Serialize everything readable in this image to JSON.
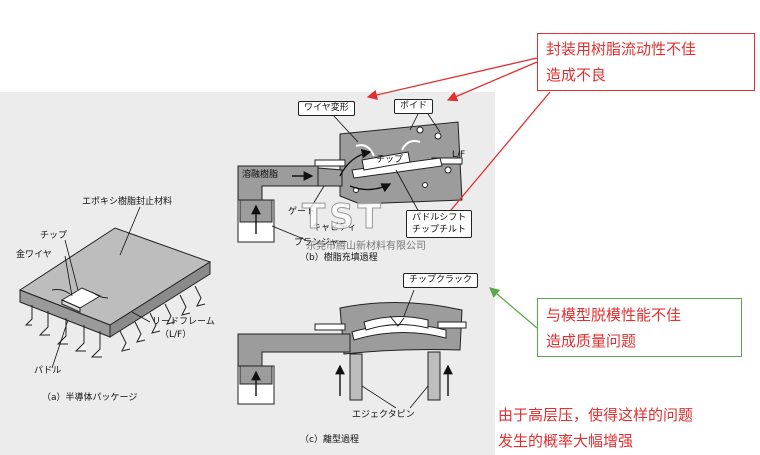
{
  "panel_a": {
    "epoxy": "エポキシ樹脂封止材料",
    "chip": "チップ",
    "gold_wire": "金ワイヤ",
    "lead_frame": "リードフレーム",
    "lead_frame_abbr": "（L/F）",
    "paddle": "パドル",
    "caption": "（a）半導体パッケージ"
  },
  "panel_b": {
    "wire_deform": "ワイヤ変形",
    "void": "ボイド",
    "chip": "チップ",
    "lf": "L/F",
    "molten_resin": "溶融樹脂",
    "gate": "ゲート",
    "cavity": "キャビティ",
    "plunger": "プランジャー",
    "paddle_shift": "パドルシフト",
    "chip_tilt": "チップチルト",
    "caption": "（b）樹脂充填過程"
  },
  "panel_c": {
    "chip_crack": "チップクラック",
    "ejector_pin": "エジェクタピン",
    "caption": "（c）離型過程"
  },
  "watermark": {
    "logo": "TST",
    "company": "东莞市腾山新材料有限公司"
  },
  "annotations": {
    "red_box_line1": "封装用树脂流动性不佳",
    "red_box_line2": "造成不良",
    "green_box_line1": "与模型脱模性能不佳",
    "green_box_line2": "造成质量问题",
    "note_line1": "由于高层压，使得这样的问题",
    "note_line2": "发生的概率大幅增强"
  },
  "colors": {
    "red": "#e03030",
    "green": "#5aa84a",
    "panel_bg": "#ececec"
  }
}
